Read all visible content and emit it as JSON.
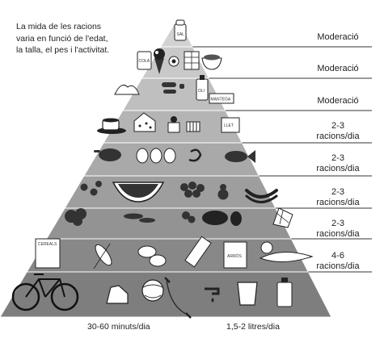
{
  "intro": {
    "line1": "La mida de les racions",
    "line2": "varia en funció de l'edat,",
    "line3": "la talla, el pes i l'activitat."
  },
  "tiers": [
    {
      "label_line1": "Moderació",
      "label_line2": "",
      "tone": "#d2d2d2"
    },
    {
      "label_line1": "Moderació",
      "label_line2": "",
      "tone": "#c9c9c9"
    },
    {
      "label_line1": "Moderació",
      "label_line2": "",
      "tone": "#bfbfbf"
    },
    {
      "label_line1": "2-3",
      "label_line2": "racions/dia",
      "tone": "#b4b4b4"
    },
    {
      "label_line1": "2-3",
      "label_line2": "racions/dia",
      "tone": "#a9a9a9"
    },
    {
      "label_line1": "2-3",
      "label_line2": "racions/dia",
      "tone": "#9e9e9e"
    },
    {
      "label_line1": "2-3",
      "label_line2": "racions/dia",
      "tone": "#939393"
    },
    {
      "label_line1": "4-6",
      "label_line2": "racions/dia",
      "tone": "#888888"
    },
    {
      "label_line1": "",
      "label_line2": "",
      "tone": "#7e7e7e"
    }
  ],
  "footer": {
    "activity": "30-60 minuts/dia",
    "water": "1,5-2 litres/dia"
  },
  "icons": {
    "salt_label": "SAL",
    "cola_label": "COLA",
    "oil_label": "OLI",
    "butter_label": "MANTEGA",
    "milk_label": "LLET",
    "cereal_label": "CEREALS",
    "rice_label": "ARRÒS"
  }
}
